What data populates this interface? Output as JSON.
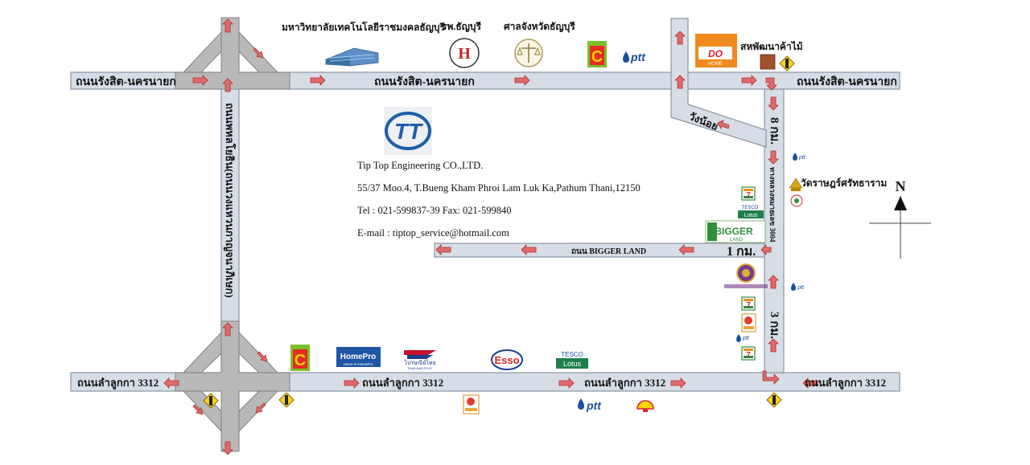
{
  "roads": {
    "top_road_left": "ถนนรังสิต-นครนายก",
    "top_road_center": "ถนนรังสิต-นครนายก",
    "top_road_right": "ถนนรังสิต-นครนายก",
    "bottom_road_left": "ถนนลำลูกกา 3312",
    "bottom_road_center": "ถนนลำลูกกา 3312",
    "bottom_road_center2": "ถนนลำลูกกา 3312",
    "bottom_road_right": "ถนนลำลูกกา 3312",
    "vertical_left": "ถนนพหลโยธิน(ถนนวงแหวนกาญจนาภิเษก)",
    "vertical_right": "ทางหลวงหมายเลข 3004",
    "diagonal": "วังน้อย",
    "bigger_land_road": "ถนน BIGGER LAND"
  },
  "distances": {
    "d8": "8 กม.",
    "d1": "1 กม.",
    "d3": "3 กม."
  },
  "landmarks": {
    "university": "มหาวิทยาลัยเทคโนโลยีราชมงคลธัญบุรี",
    "hospital": "รพ.ธัญบุรี",
    "court": "ศาลจังหวัดธัญบุรี",
    "furniture": "สหพัฒนาค้าไม้",
    "temple": "วัดราษฎร์ศรัทธาราม",
    "ptt": "ptt",
    "do_home": "DO HOME",
    "bigger_land": "BIGGER LAND",
    "homepro": "HomePro",
    "homepro_tag": "Home is HomePro",
    "post": "ไปรษณีย์ไทย",
    "post_en": "THAILAND POST",
    "esso": "Esso",
    "tesco": "TESCO",
    "lotus": "Lotus",
    "seven": "7",
    "big_c": "C",
    "hospital_letter": "H"
  },
  "company": {
    "name": "Tip Top Engineering CO.,LTD.",
    "address": "55/37 Moo.4, T.Bueng Kham Phroi  Lam Luk Ka,Pathum Thani,12150",
    "phone": "Tel : 021-599837-39 Fax: 021-599840",
    "email": "E-mail : tiptop_service@hotmail.com",
    "logo_text": "TT"
  },
  "compass": {
    "label": "N"
  },
  "colors": {
    "road_fill": "#d6dde6",
    "road_stroke": "#8a95a3",
    "arrow": "#e06a6a",
    "junction": "#b9b9b9",
    "logo_blue": "#1f5fa8"
  }
}
